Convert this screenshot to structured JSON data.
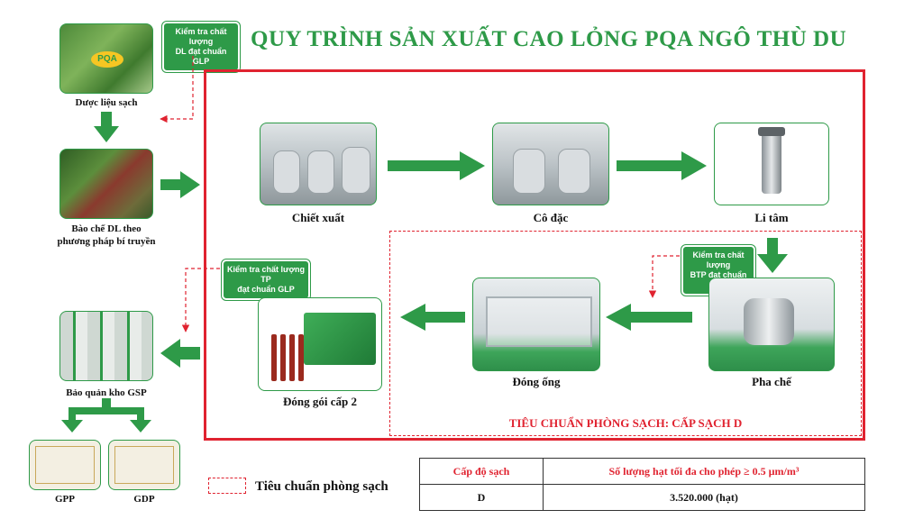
{
  "title": "QUY TRÌNH SẢN XUẤT CAO LỎNG PQA NGÔ THÙ DU",
  "steps": {
    "raw_material": "Dược liệu sạch",
    "prep_line1": "Bào chế DL theo",
    "prep_line2": "phương pháp bí truyền",
    "extraction": "Chiết xuất",
    "concentration": "Cô đặc",
    "centrifuge": "Li tâm",
    "mixing": "Pha chế",
    "ampoule_filling": "Đóng ống",
    "secondary_packaging": "Đóng gói cấp 2",
    "gsp_storage": "Bảo quản kho GSP",
    "gpp": "GPP",
    "gdp": "GDP"
  },
  "badges": {
    "dl_line1": "Kiểm tra chất lượng",
    "dl_line2": "DL đạt chuẩn GLP",
    "tp_line1": "Kiểm tra chất lượng TP",
    "tp_line2": "đạt chuẩn GLP",
    "btp_line1": "Kiểm tra chất lượng",
    "btp_line2": "BTP đạt chuẩn GLP"
  },
  "logo_text": "PQA",
  "cleanroom_label": "TIÊU CHUẨN PHÒNG SẠCH: CẤP SẠCH D",
  "legend": "Tiêu chuẩn phòng sạch",
  "table": {
    "col1_header": "Cấp độ sạch",
    "col2_header": "Số lượng hạt tối đa cho phép ≥ 0.5 µm/m³",
    "col1_value": "D",
    "col2_value": "3.520.000 (hạt)"
  },
  "colors": {
    "green": "#2e9a48",
    "red": "#e02330"
  }
}
